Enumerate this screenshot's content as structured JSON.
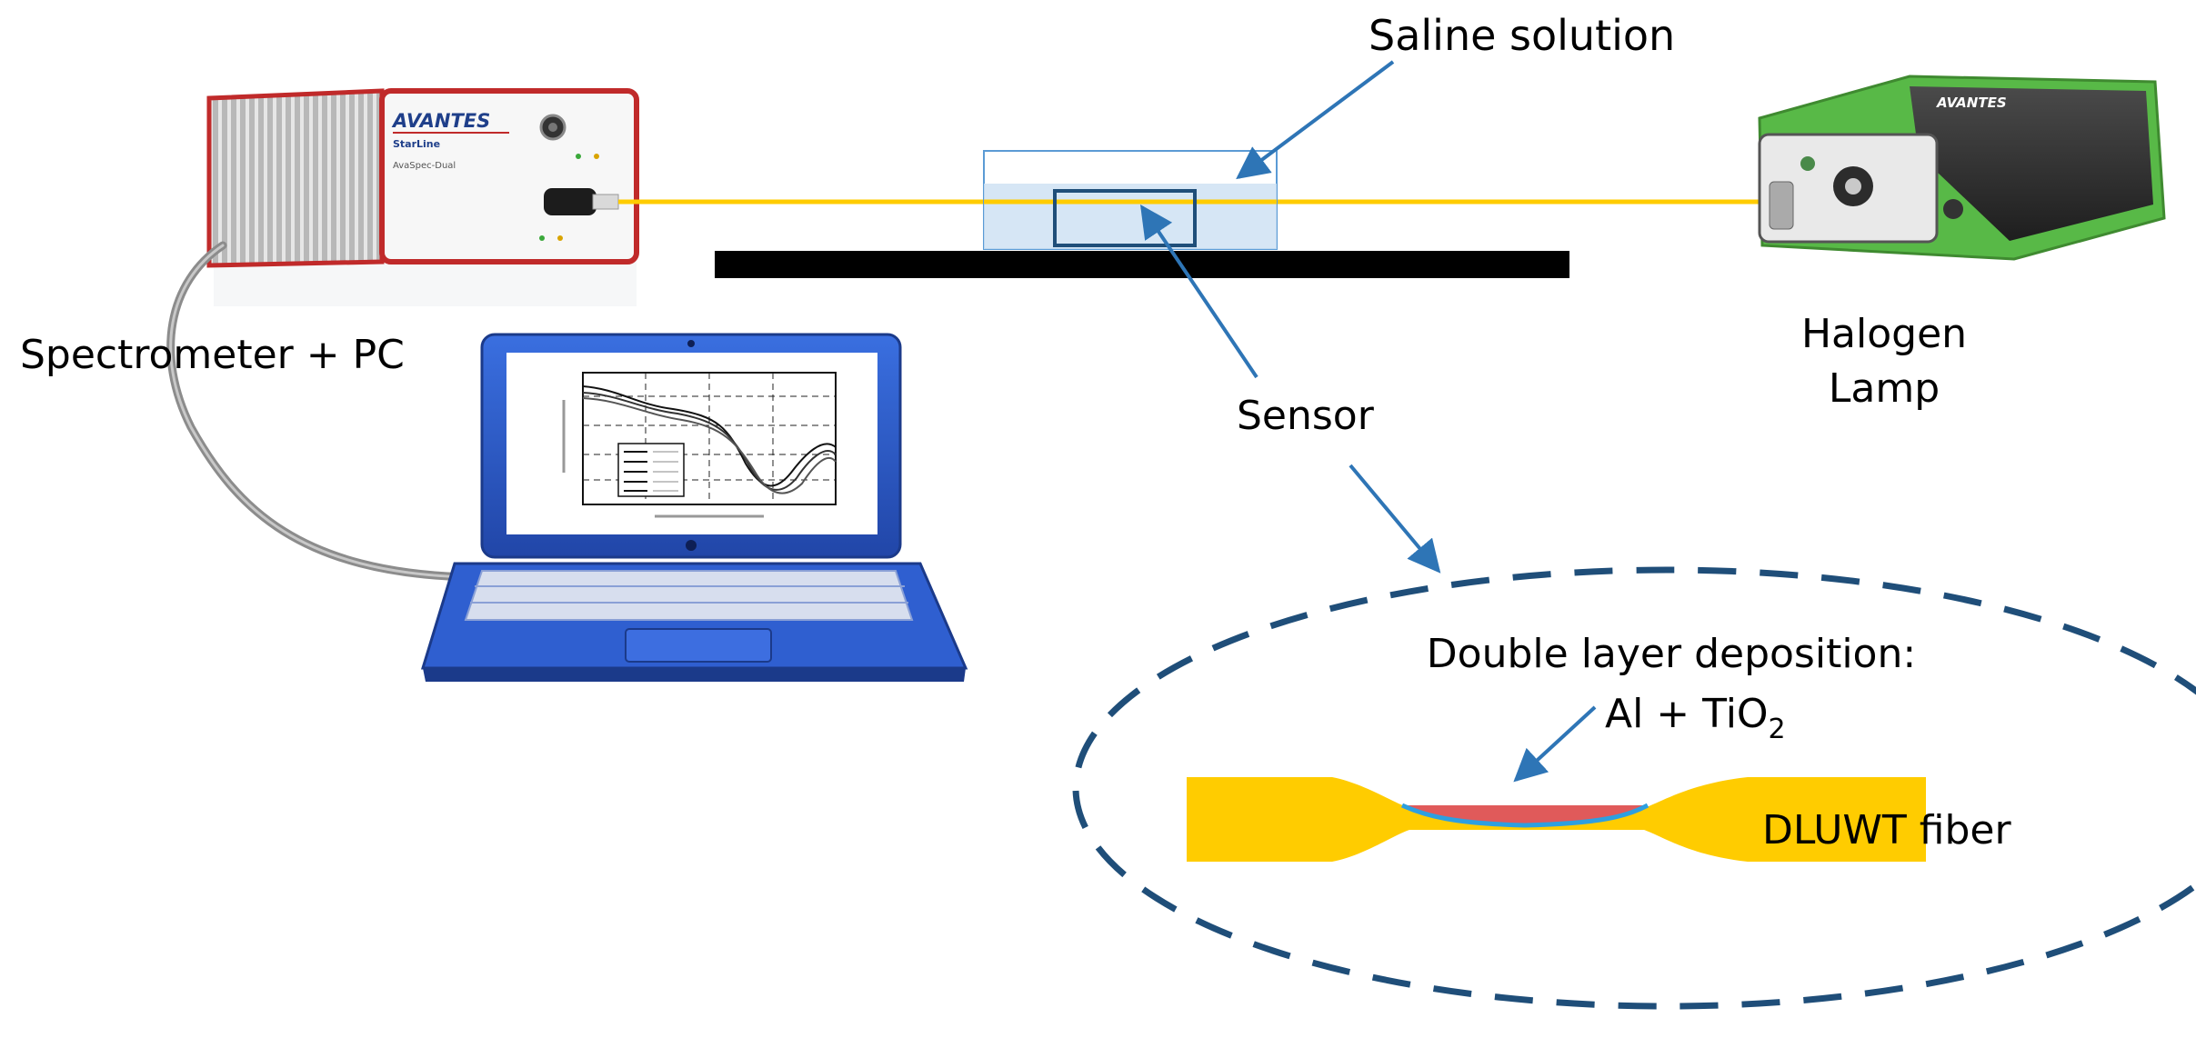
{
  "labels": {
    "saline": "Saline solution",
    "spectrometer": "Spectrometer + PC",
    "halogen_line1": "Halogen",
    "halogen_line2": "Lamp",
    "sensor": "Sensor",
    "deposition_line1": "Double layer deposition:",
    "deposition_al": "Al + TiO",
    "deposition_sub": "2",
    "fiber_name": "DLUWT",
    "fiber_word": " fiber"
  },
  "device_text": {
    "spectrometer_brand": "AVANTES",
    "spectrometer_model": "StarLine",
    "spectrometer_sub": "AvaSpec-Dual",
    "lamp_brand": "AVANTES"
  },
  "colors": {
    "fiber_yellow": "#FFCC00",
    "arrow_blue": "#2E75B6",
    "dash_blue": "#1F4E79",
    "laptop_blue": "#2F5FD0",
    "saline_fill": "#CFE2F3",
    "lamp_green": "#58B947",
    "layer_red": "#E05A5A",
    "layer_blue": "#2E9FE0"
  }
}
